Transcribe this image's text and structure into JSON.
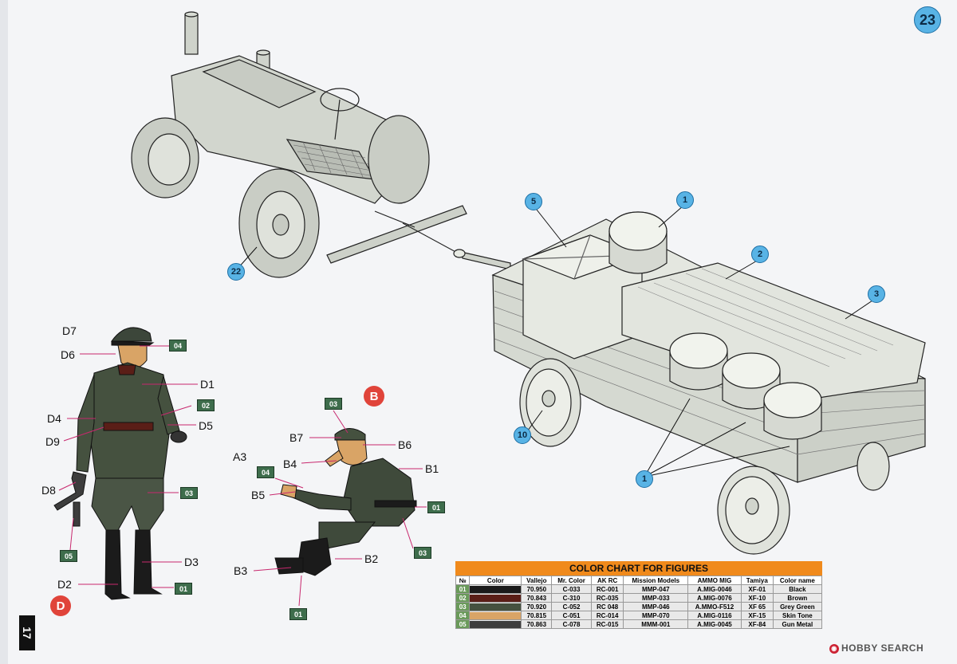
{
  "step_number": "23",
  "page_number": "17",
  "callouts": {
    "trailer_part_1_top": "1",
    "trailer_part_2": "2",
    "trailer_part_3": "3",
    "trailer_part_5": "5",
    "wheel_part_10": "10",
    "barrels_part_1": "1",
    "tractor_part_22": "22"
  },
  "figure_d": {
    "badge": "D",
    "labels": {
      "d7": "D7",
      "d6": "D6",
      "d1": "D1",
      "d4": "D4",
      "d5": "D5",
      "d9": "D9",
      "d8": "D8",
      "d3": "D3",
      "d2": "D2"
    },
    "color_tags": {
      "cap": "04",
      "collar": "02",
      "trousers": "03",
      "boots": "01",
      "gun": "05"
    }
  },
  "figure_b": {
    "badge": "B",
    "labels": {
      "a3": "A3",
      "b7": "B7",
      "b6": "B6",
      "b4": "B4",
      "b1": "B1",
      "b5": "B5",
      "b2": "B2",
      "b3": "B3"
    },
    "color_tags": {
      "cap": "03",
      "hand": "04",
      "belt": "01",
      "tunic": "03",
      "boots": "01"
    }
  },
  "color_chart": {
    "title": "COLOR CHART FOR FIGURES",
    "headers": [
      "№",
      "Color",
      "Vallejo",
      "Mr. Color",
      "AK RC",
      "Mission Models",
      "AMMO MIG",
      "Tamiya",
      "Color name"
    ],
    "rows": [
      {
        "no": "01",
        "swatch": "#1a1a1a",
        "vallejo": "70.950",
        "mr_color": "C-033",
        "ak": "RC-001",
        "mission": "MMP-047",
        "ammo": "A.MIG-0046",
        "tamiya": "XF-01",
        "name": "Black"
      },
      {
        "no": "02",
        "swatch": "#5a1e17",
        "vallejo": "70.843",
        "mr_color": "C-310",
        "ak": "RC-035",
        "mission": "MMP-033",
        "ammo": "A.MIG-0076",
        "tamiya": "XF-10",
        "name": "Brown"
      },
      {
        "no": "03",
        "swatch": "#45513f",
        "vallejo": "70.920",
        "mr_color": "C-052",
        "ak": "RC 048",
        "mission": "MMP-046",
        "ammo": "A.MMO-F512",
        "tamiya": "XF 65",
        "name": "Grey Green"
      },
      {
        "no": "04",
        "swatch": "#d9a466",
        "vallejo": "70.815",
        "mr_color": "C-051",
        "ak": "RC-014",
        "mission": "MMP-070",
        "ammo": "A.MIG-0116",
        "tamiya": "XF-15",
        "name": "Skin Tone"
      },
      {
        "no": "05",
        "swatch": "#3d3d3d",
        "vallejo": "70.863",
        "mr_color": "C-078",
        "ak": "RC-015",
        "mission": "MMM-001",
        "ammo": "A.MIG-0045",
        "tamiya": "XF-84",
        "name": "Gun Metal"
      }
    ]
  },
  "watermark": "HOBBY SEARCH"
}
